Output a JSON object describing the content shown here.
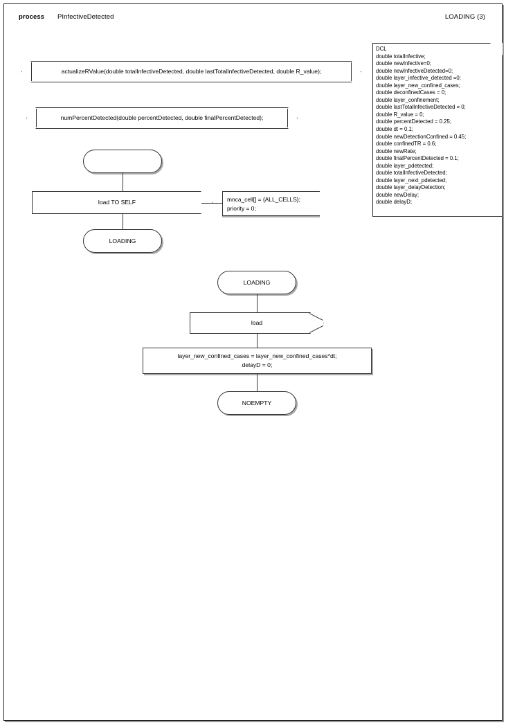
{
  "header": {
    "kind": "process",
    "name": "PInfectiveDetected",
    "page_label": "LOADING (3)"
  },
  "declaration_note": {
    "name": "dcl-note",
    "text": "DCL\ndouble totalInfective;\ndouble newInfective=0;\ndouble newInfectiveDetected=0;\ndouble layer_infective_detected =0;\ndouble layer_new_confined_cases;\ndouble deconfinedCases = 0;\ndouble layer_confinement;\ndouble lastTotalInfectiveDetected = 0;\ndouble R_value = 0;\ndouble percentDetected = 0.25;\ndouble dt = 0.1;\ndouble newDetectionConfined = 0.45;\ndouble confinedTR = 0.6;\ndouble newRate;\ndouble finalPercentDetected = 0.1;\ndouble layer_pdetected;\ndouble totalInfectiveDetected;\ndouble layer_next_pdetected;\ndouble layer_delayDetection;\ndouble newDelay;\ndouble delayD;"
  },
  "procedures": [
    {
      "label": "actualizeRValue(double totalInfectiveDetected, double lastTotalInfectiveDetected, double R_value);"
    },
    {
      "label": "numPercentDetected(double percentDetected, double finalPercentDetected);"
    }
  ],
  "branch_one": {
    "start_state_label": "",
    "output_label": "load TO SELF",
    "comment_text": "mnca_cell[] = {ALL_CELLS};\npriority = 0;",
    "next_state_label": "LOADING"
  },
  "branch_two": {
    "state_label": "LOADING",
    "input_label": "load",
    "task_text": "layer_new_confined_cases = layer_new_confined_cases*dt;\ndelayD = 0;",
    "next_state_label": "NOEMPTY"
  },
  "colors": {
    "line": "#333333",
    "shadow": "#a8a8a8",
    "background": "#ffffff",
    "text": "#000000"
  }
}
